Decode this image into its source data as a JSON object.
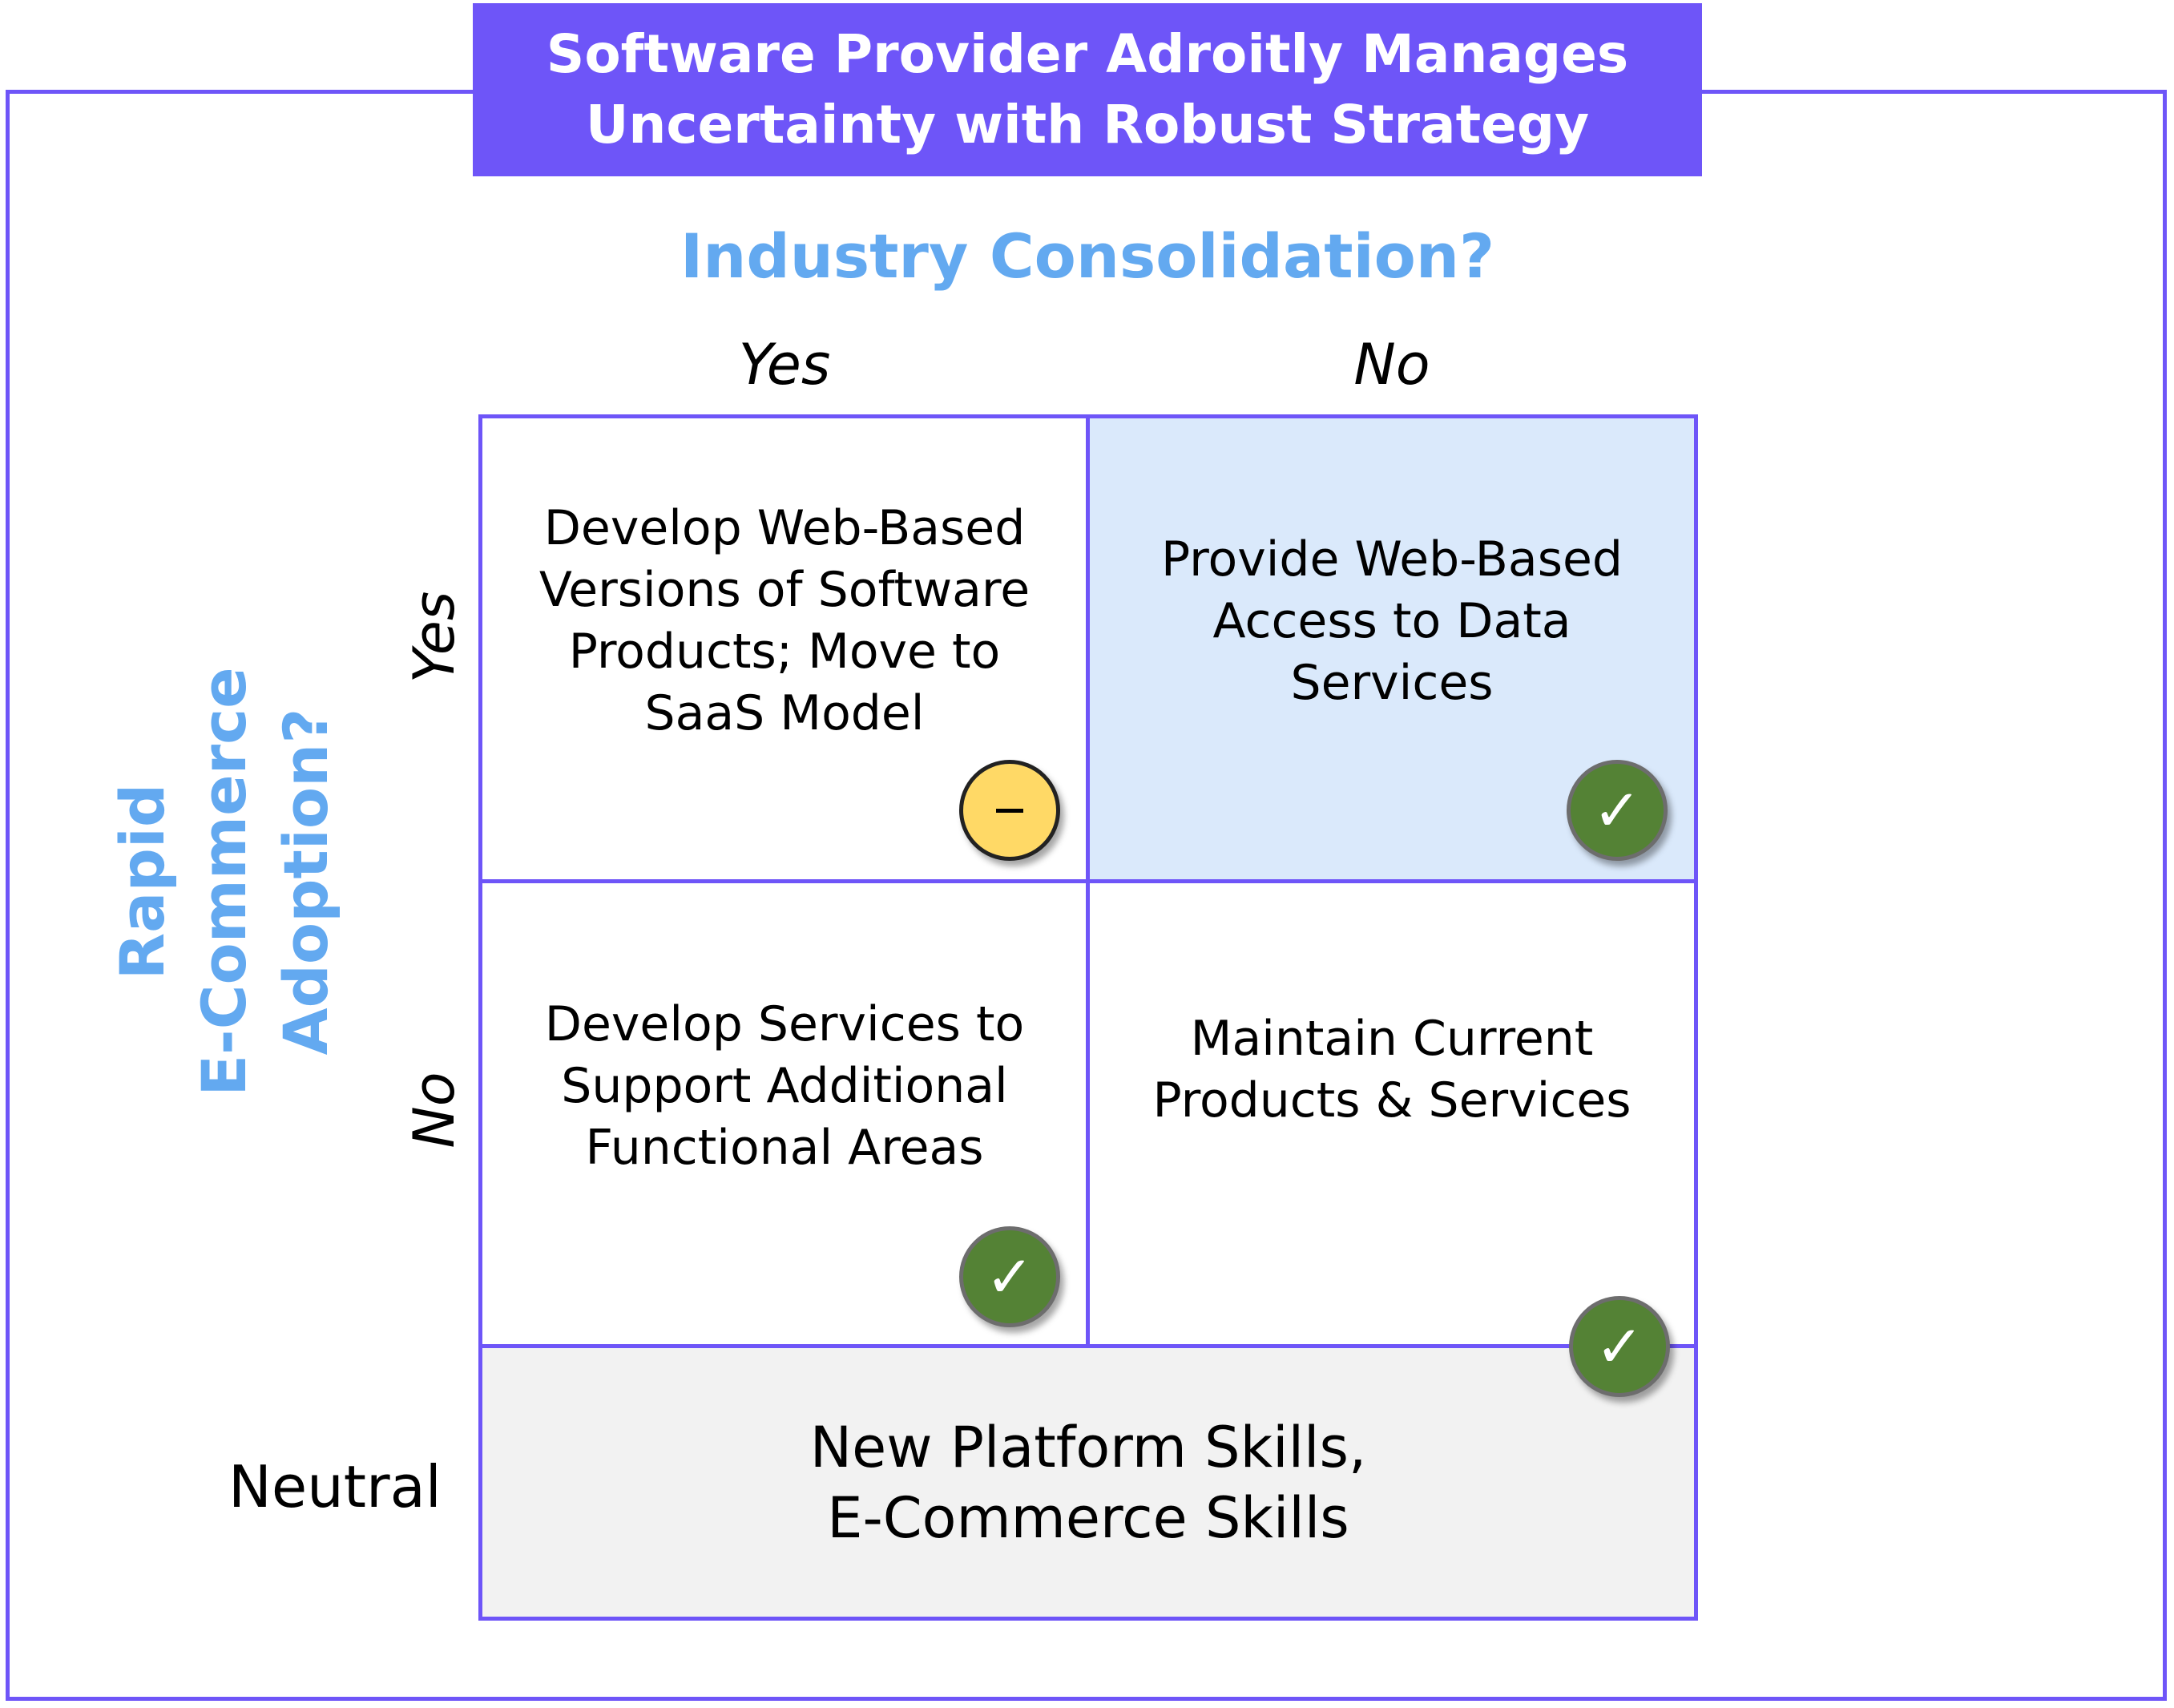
{
  "title": {
    "line1": "Software Provider Adroitly Manages",
    "line2": "Uncertainty with Robust Strategy"
  },
  "column_axis": {
    "title": "Industry Consolidation?",
    "labels": [
      "Yes",
      "No"
    ]
  },
  "row_axis": {
    "title_lines": [
      "Rapid",
      "E-Commerce",
      "Adoption?"
    ],
    "labels": [
      "Yes",
      "No"
    ],
    "neutral_label": "Neutral"
  },
  "cells": [
    {
      "lines": [
        "Develop Web-Based",
        "Versions of Software",
        "Products; Move to",
        "SaaS Model"
      ],
      "rating": "neutral"
    },
    {
      "lines": [
        "Provide Web-Based",
        "Access to Data",
        "Services"
      ],
      "rating": "positive"
    },
    {
      "lines": [
        "Develop Services to",
        "Support Additional",
        "Functional Areas"
      ],
      "rating": "positive"
    },
    {
      "lines": [
        "Maintain Current",
        "Products & Services"
      ],
      "rating": "positive"
    }
  ],
  "neutral_row": {
    "lines": [
      "New Platform Skills,",
      "E-Commerce Skills"
    ]
  },
  "icons": {
    "positive": "check-icon",
    "neutral": "dash-icon",
    "check_glyph": "✓"
  },
  "colors": {
    "accent_purple": "#6e55f8",
    "axis_title_blue": "#63a9f0",
    "highlight_cell": "#dae9fb",
    "neutral_row_bg": "#f2f2f2",
    "positive_badge": "#548235",
    "neutral_badge": "#ffd966"
  }
}
